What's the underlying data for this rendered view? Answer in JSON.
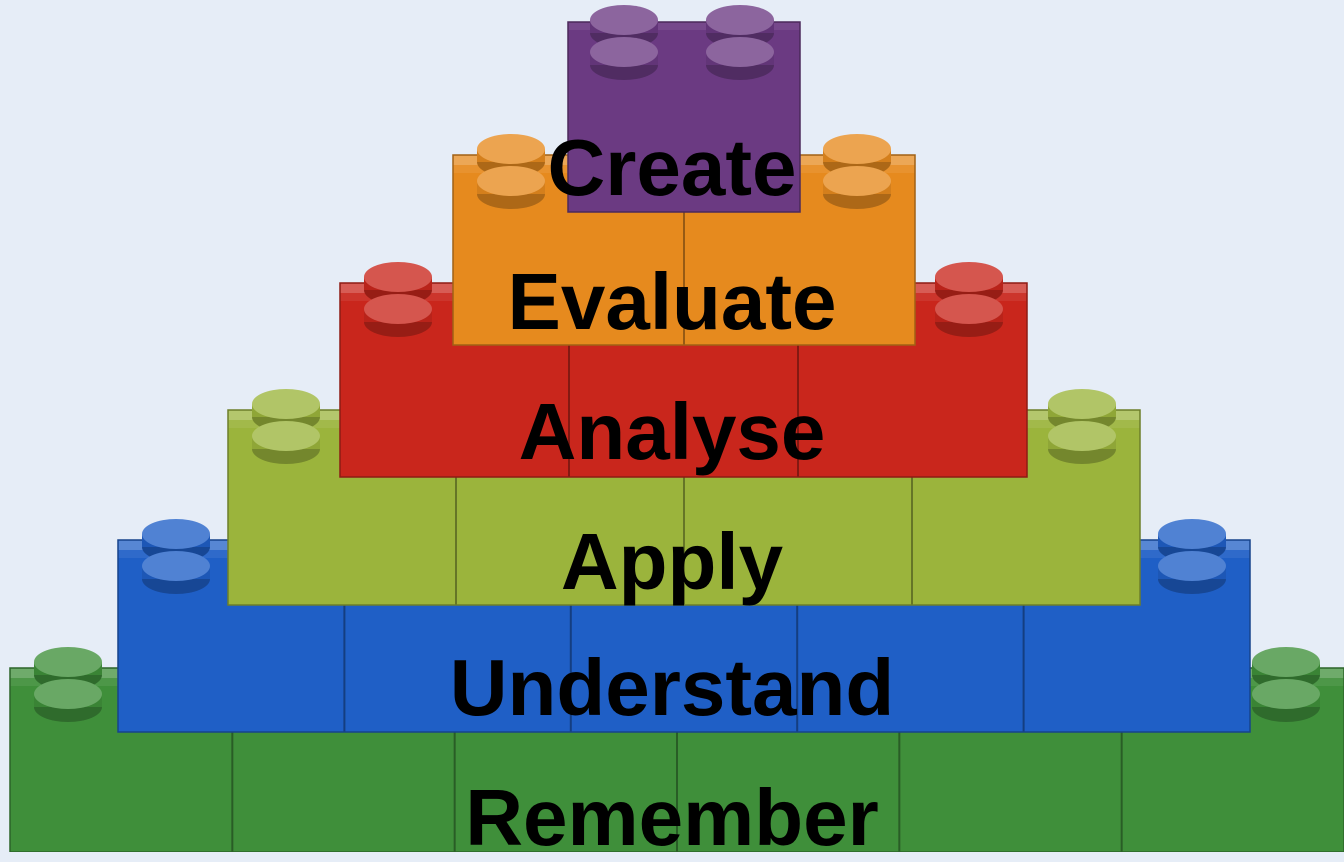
{
  "levels": [
    {
      "label": "Create",
      "color": "#6b3a82"
    },
    {
      "label": "Evaluate",
      "color": "#e68a1e"
    },
    {
      "label": "Analyse",
      "color": "#c9261c"
    },
    {
      "label": "Apply",
      "color": "#9bb43c"
    },
    {
      "label": "Understand",
      "color": "#1f5fc6"
    },
    {
      "label": "Remember",
      "color": "#3f8f3a"
    }
  ]
}
